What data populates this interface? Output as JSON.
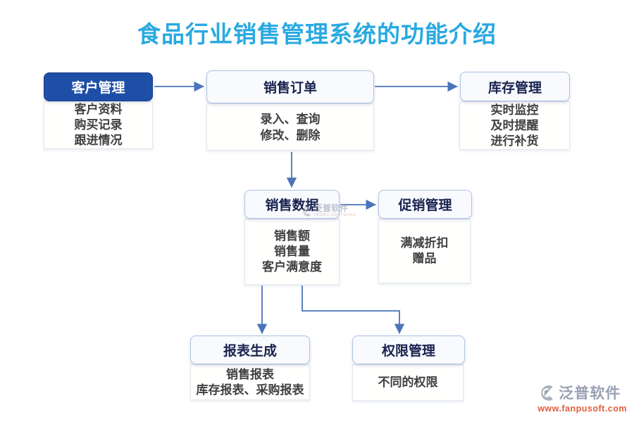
{
  "title": "食品行业销售管理系统的功能介绍",
  "nodes": {
    "customer": {
      "label": "客户管理",
      "details": [
        "客户资料",
        "购买记录",
        "跟进情况"
      ]
    },
    "order": {
      "label": "销售订单",
      "details": [
        "录入、查询",
        "修改、删除"
      ]
    },
    "inventory": {
      "label": "库存管理",
      "details": [
        "实时监控",
        "及时提醒",
        "进行补货"
      ]
    },
    "sales_data": {
      "label": "销售数据",
      "details": [
        "销售额",
        "销售量",
        "客户满意度"
      ]
    },
    "promotion": {
      "label": "促销管理",
      "details": [
        "满减折扣",
        "赠品"
      ]
    },
    "report": {
      "label": "报表生成",
      "details": [
        "销售报表",
        "库存报表、采购报表"
      ]
    },
    "permission": {
      "label": "权限管理",
      "details": [
        "不同的权限"
      ]
    }
  },
  "watermark": {
    "brand": "泛普软件",
    "subtext": "FANPU SOFTWARE"
  },
  "footer_logo": {
    "brand": "泛普软件",
    "url": "www.fanpusoft.com"
  },
  "colors": {
    "title": "#29a9e1",
    "primary_node_fill": "#1e4fa7",
    "node_border": "#aec3e3",
    "node_title_text": "#18224e",
    "detail_text": "#404040",
    "arrow": "#4a74ba",
    "logo_url_text": "#df5f3c"
  }
}
